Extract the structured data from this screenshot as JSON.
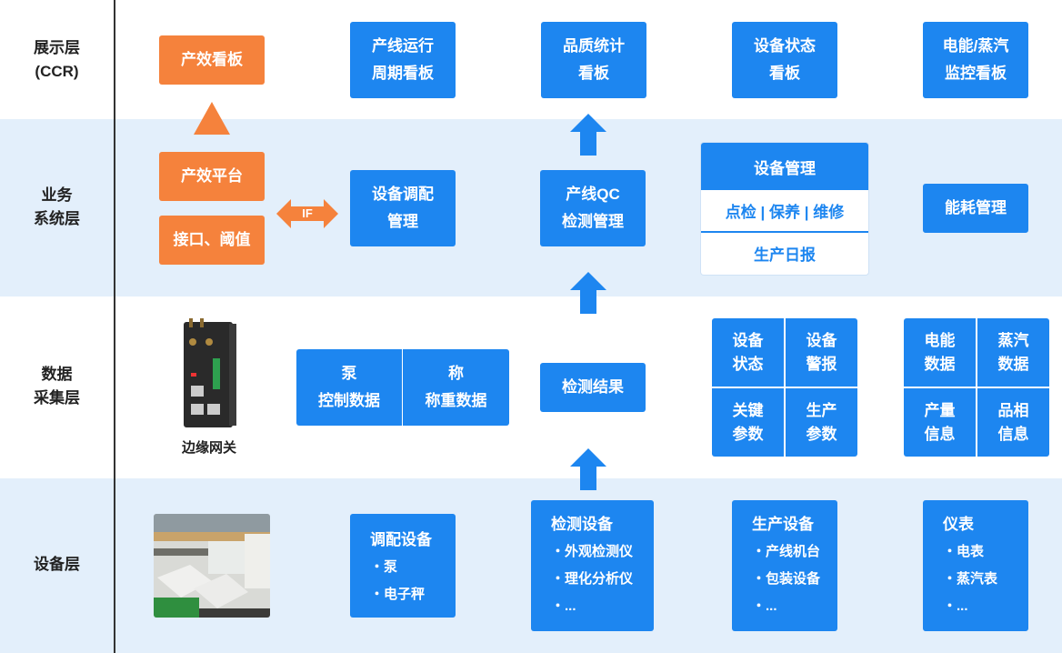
{
  "layers": {
    "display": [
      "展示层",
      "(CCR)"
    ],
    "business": [
      "业务",
      "系统层"
    ],
    "data": [
      "数据",
      "采集层"
    ],
    "device": [
      "设备层"
    ]
  },
  "display_row": {
    "efficiency_board": "产效看板",
    "line_cycle_board": [
      "产线运行",
      "周期看板"
    ],
    "quality_board": [
      "品质统计",
      "看板"
    ],
    "device_status_board": [
      "设备状态",
      "看板"
    ],
    "energy_board": [
      "电能/蒸汽",
      "监控看板"
    ]
  },
  "business_row": {
    "efficiency_platform": "产效平台",
    "interface_threshold": "接口、阈值",
    "if_label": "IF",
    "blending_mgmt": [
      "设备调配",
      "管理"
    ],
    "qc_mgmt": [
      "产线QC",
      "检测管理"
    ],
    "device_mgmt": {
      "title": "设备管理",
      "row1": "点检 | 保养 | 维修",
      "row2": "生产日报"
    },
    "energy_mgmt": "能耗管理"
  },
  "data_row": {
    "gateway_caption": "边缘网关",
    "pump": [
      "泵",
      "控制数据"
    ],
    "scale": [
      "称",
      "称重数据"
    ],
    "inspection_result": "检测结果",
    "device_grid": [
      [
        "设备",
        "状态"
      ],
      [
        "设备",
        "警报"
      ],
      [
        "关键",
        "参数"
      ],
      [
        "生产",
        "参数"
      ]
    ],
    "energy_grid": [
      [
        "电能",
        "数据"
      ],
      [
        "蒸汽",
        "数据"
      ],
      [
        "产量",
        "信息"
      ],
      [
        "品相",
        "信息"
      ]
    ]
  },
  "device_row": {
    "blending": {
      "title": "调配设备",
      "items": [
        "・泵",
        "・电子秤"
      ]
    },
    "inspection": {
      "title": "检测设备",
      "items": [
        "・外观检测仪",
        "・理化分析仪",
        "・..."
      ]
    },
    "production": {
      "title": "生产设备",
      "items": [
        "・产线机台",
        "・包装设备",
        "・..."
      ]
    },
    "meters": {
      "title": "仪表",
      "items": [
        "・电表",
        "・蒸汽表",
        "・..."
      ]
    }
  },
  "colors": {
    "primary_blue": "#1d86f0",
    "accent_orange": "#f5823c",
    "band_blue": "#e3effb"
  }
}
